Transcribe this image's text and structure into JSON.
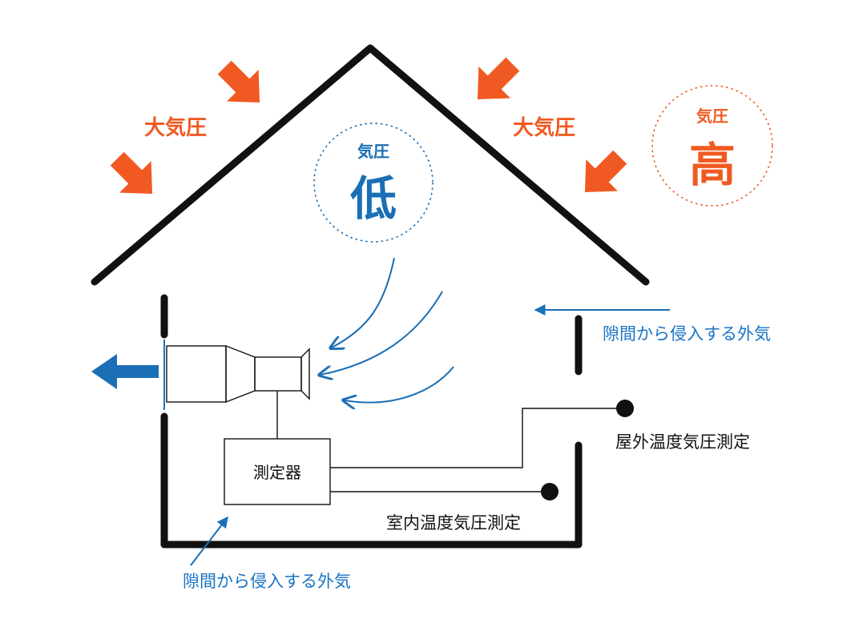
{
  "colors": {
    "orange": "#F05A22",
    "blue": "#1A6FB5",
    "black": "#111111",
    "accent_blue": "#1A74C4"
  },
  "labels": {
    "atm_left": "大気圧",
    "atm_right": "大気圧",
    "pressure_low_title": "気圧",
    "pressure_low_big": "低",
    "pressure_high_title": "気圧",
    "pressure_high_big": "高",
    "infiltration_right": "隙間から侵入する外気",
    "infiltration_bottom": "隙間から侵入する外気",
    "measuring_device": "測定器",
    "outdoor_measure": "屋外温度気圧測定",
    "indoor_measure": "室内温度気圧測定"
  },
  "icons": [
    "down-right-arrow-icon",
    "down-left-arrow-icon",
    "exhaust-arrow-icon",
    "sensor-dot-icon"
  ]
}
